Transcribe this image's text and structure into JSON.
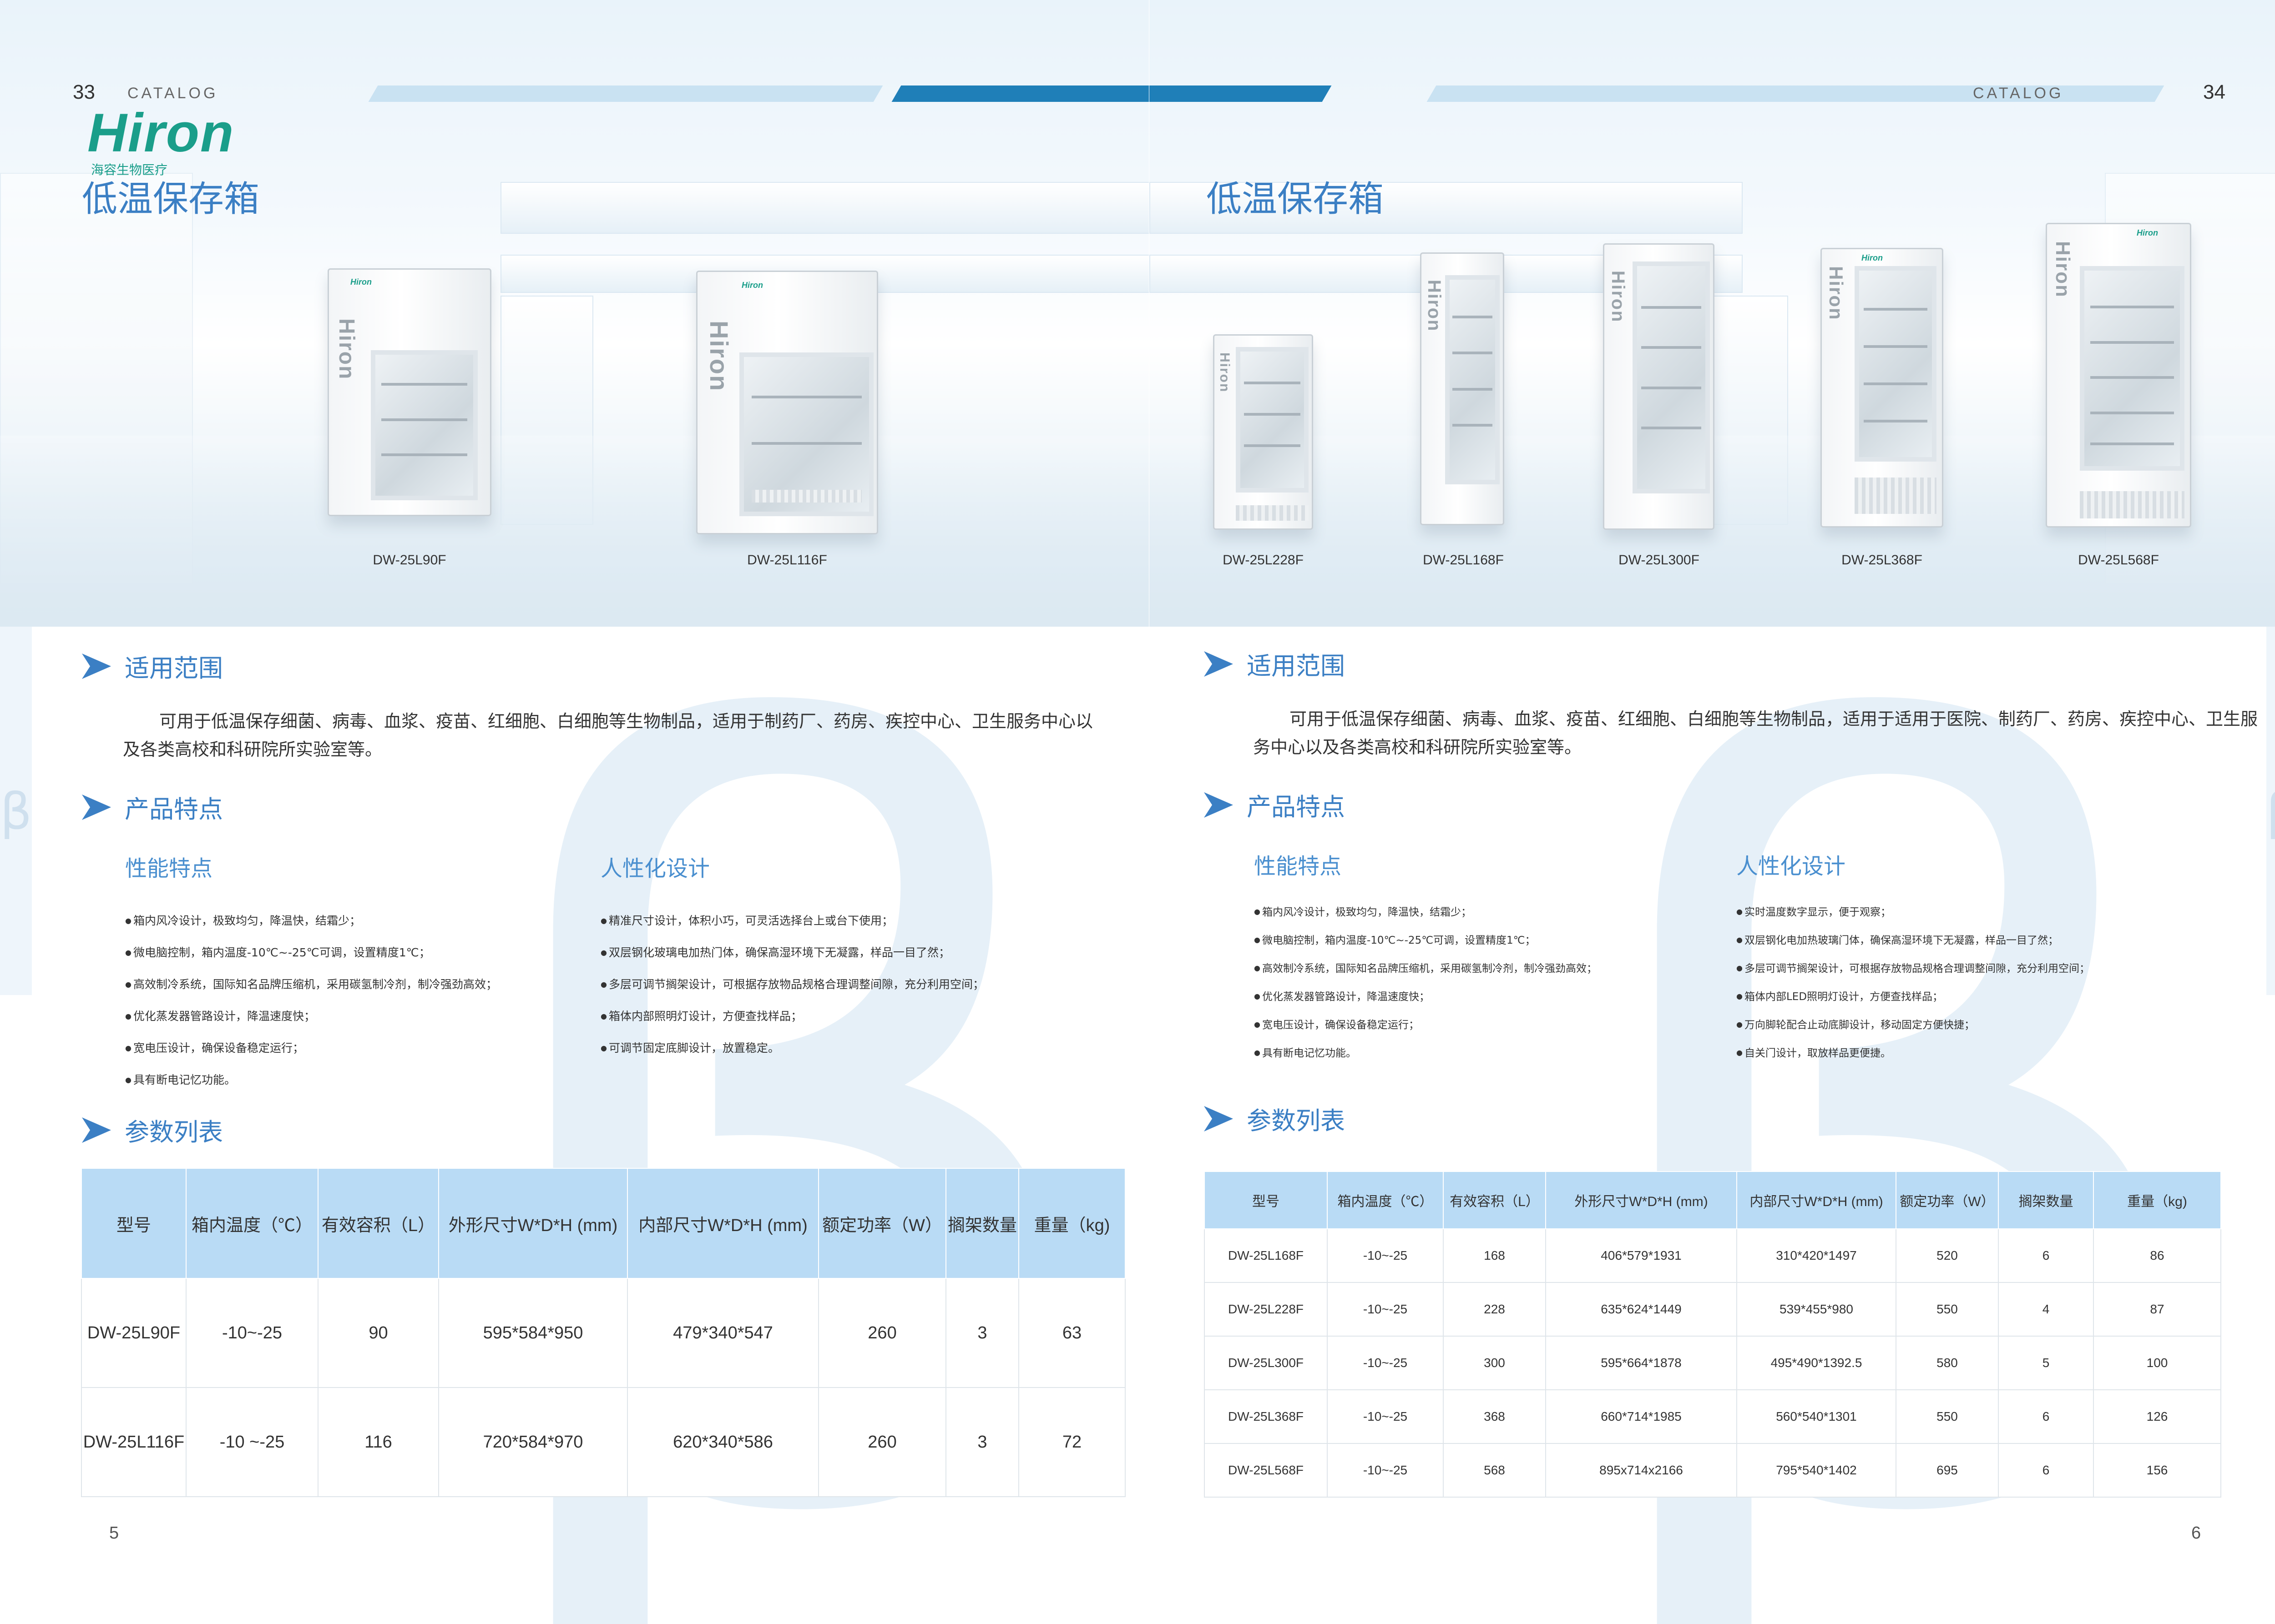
{
  "header": {
    "left_page_number": "33",
    "right_page_number": "34",
    "catalog_label": "CATALOG",
    "stripe_colors": [
      "#c9e2f2",
      "#1f7fb8",
      "#c9e2f2"
    ]
  },
  "logo": {
    "name": "Hiron",
    "subtitle": "海容生物医疗",
    "color": "#1a9e8a"
  },
  "left_page": {
    "title": "低温保存箱",
    "products": [
      {
        "model": "DW-25L90F"
      },
      {
        "model": "DW-25L116F"
      }
    ],
    "scope": {
      "heading": "适用范围",
      "text": "可用于低温保存细菌、病毒、血浆、疫苗、红细胞、白细胞等生物制品，适用于制药厂、药房、疾控中心、卫生服务中心以及各类高校和科研院所实验室等。"
    },
    "features": {
      "heading": "产品特点",
      "performance": {
        "title": "性能特点",
        "items": [
          "箱内风冷设计，极致均匀，降温快，结霜少；",
          "微电脑控制，箱内温度-10℃~-25℃可调，设置精度1℃；",
          "高效制冷系统，国际知名品牌压缩机，采用碳氢制冷剂，制冷强劲高效；",
          "优化蒸发器管路设计，降温速度快；",
          "宽电压设计，确保设备稳定运行；",
          "具有断电记忆功能。"
        ]
      },
      "design": {
        "title": "人性化设计",
        "items": [
          "精准尺寸设计，体积小巧，可灵活选择台上或台下使用；",
          "双层钢化玻璃电加热门体，确保高湿环境下无凝露，样品一目了然；",
          "多层可调节搁架设计，可根据存放物品规格合理调整间隙，充分利用空间；",
          "箱体内部照明灯设计，方便查找样品；",
          "可调节固定底脚设计，放置稳定。"
        ]
      }
    },
    "params": {
      "heading": "参数列表",
      "columns": [
        "型号",
        "箱内温度（℃）",
        "有效容积（L）",
        "外形尺寸W*D*H (mm)",
        "内部尺寸W*D*H (mm)",
        "额定功率（W）",
        "搁架数量",
        "重量（kg)"
      ],
      "rows": [
        [
          "DW-25L90F",
          "-10~-25",
          "90",
          "595*584*950",
          "479*340*547",
          "260",
          "3",
          "63"
        ],
        [
          "DW-25L116F",
          "-10 ~-25",
          "116",
          "720*584*970",
          "620*340*586",
          "260",
          "3",
          "72"
        ]
      ]
    },
    "footer_page": "5"
  },
  "right_page": {
    "title": "低温保存箱",
    "products": [
      {
        "model": "DW-25L228F"
      },
      {
        "model": "DW-25L168F"
      },
      {
        "model": "DW-25L300F"
      },
      {
        "model": "DW-25L368F"
      },
      {
        "model": "DW-25L568F"
      }
    ],
    "scope": {
      "heading": "适用范围",
      "text": "可用于低温保存细菌、病毒、血浆、疫苗、红细胞、白细胞等生物制品，适用于适用于医院、制药厂、药房、疾控中心、卫生服务中心以及各类高校和科研院所实验室等。"
    },
    "features": {
      "heading": "产品特点",
      "performance": {
        "title": "性能特点",
        "items": [
          "箱内风冷设计，极致均匀，降温快，结霜少；",
          "微电脑控制，箱内温度-10℃~-25℃可调，设置精度1℃；",
          "高效制冷系统，国际知名品牌压缩机，采用碳氢制冷剂，制冷强劲高效；",
          "优化蒸发器管路设计，降温速度快；",
          "宽电压设计，确保设备稳定运行；",
          "具有断电记忆功能。"
        ]
      },
      "design": {
        "title": "人性化设计",
        "items": [
          "实时温度数字显示，便于观察；",
          "双层钢化电加热玻璃门体，确保高湿环境下无凝露，样品一目了然；",
          "多层可调节搁架设计，可根据存放物品规格合理调整间隙，充分利用空间；",
          "箱体内部LED照明灯设计，方便查找样品；",
          "万向脚轮配合止动底脚设计，移动固定方便快捷；",
          "自关门设计，取放样品更便捷。"
        ]
      }
    },
    "params": {
      "heading": "参数列表",
      "columns": [
        "型号",
        "箱内温度（℃）",
        "有效容积（L）",
        "外形尺寸W*D*H (mm)",
        "内部尺寸W*D*H (mm)",
        "额定功率（W）",
        "搁架数量",
        "重量（kg)"
      ],
      "rows": [
        [
          "DW-25L168F",
          "-10~-25",
          "168",
          "406*579*1931",
          "310*420*1497",
          "520",
          "6",
          "86"
        ],
        [
          "DW-25L228F",
          "-10~-25",
          "228",
          "635*624*1449",
          "539*455*980",
          "550",
          "4",
          "87"
        ],
        [
          "DW-25L300F",
          "-10~-25",
          "300",
          "595*664*1878",
          "495*490*1392.5",
          "580",
          "5",
          "100"
        ],
        [
          "DW-25L368F",
          "-10~-25",
          "368",
          "660*714*1985",
          "560*540*1301",
          "550",
          "6",
          "126"
        ],
        [
          "DW-25L568F",
          "-10~-25",
          "568",
          "895x714x2166",
          "795*540*1402",
          "695",
          "6",
          "156"
        ]
      ]
    },
    "footer_page": "6"
  },
  "icons": {
    "section_bullet": "chevron-right-icon",
    "watermark": "beta-symbol",
    "watermark_symbol": "β"
  },
  "colors": {
    "title_blue": "#3b7fc4",
    "table_header": "#b9dbf5",
    "brand_green": "#1a9e8a"
  }
}
